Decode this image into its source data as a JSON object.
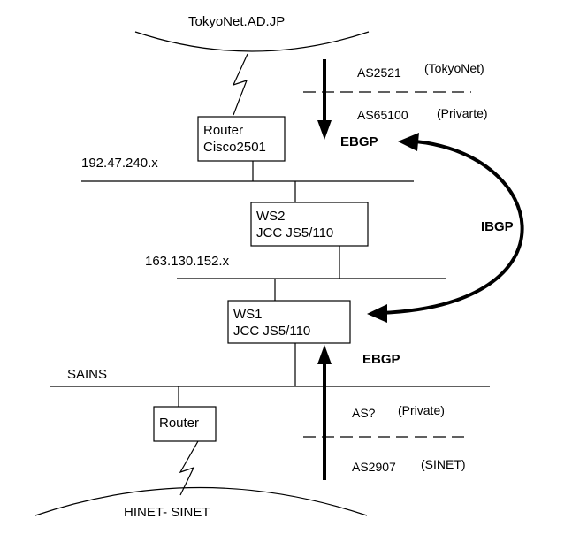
{
  "clouds": {
    "top": "TokyoNet.AD.JP",
    "bottom": "HINET- SINET"
  },
  "networks": {
    "net1": "192.47.240.x",
    "net2": "163.130.152.x",
    "net3": "SAINS"
  },
  "devices": {
    "router_top": {
      "line1": "Router",
      "line2": "Cisco2501"
    },
    "ws2": {
      "line1": "WS2",
      "line2": "JCC JS5/110"
    },
    "ws1": {
      "line1": "WS1",
      "line2": "JCC JS5/110"
    },
    "router_bottom": {
      "line1": "Router"
    }
  },
  "as_labels": {
    "top_upper": {
      "as": "AS2521",
      "note": "(TokyoNet)"
    },
    "top_lower": {
      "as": "AS65100",
      "note": "(Privarte)"
    },
    "bottom_upper": {
      "as": "AS?",
      "note": "(Private)"
    },
    "bottom_lower": {
      "as": "AS2907",
      "note": "(SINET)"
    }
  },
  "protocols": {
    "ebgp_top": "EBGP",
    "ibgp": "IBGP",
    "ebgp_bottom": "EBGP"
  }
}
